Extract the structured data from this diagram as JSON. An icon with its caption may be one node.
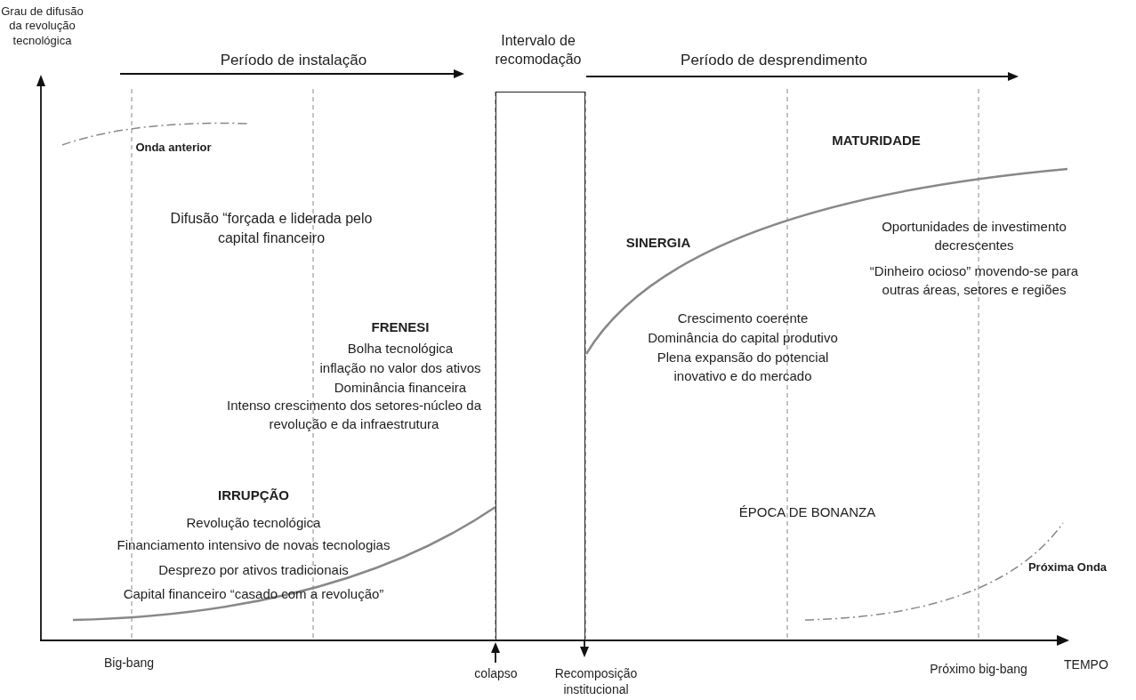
{
  "diagram": {
    "nodes": [
      {
        "text": [
          "Intervalo de recomodação"
        ]
      }
    ],
    "labels": [
      "Grau de difusão da revolução tecnológica",
      "Período de instalação",
      "Período de desprendimento",
      "Onda anterior",
      "MATURIDADE",
      "Difusão “forçada e liderada pelo capital financeiro",
      "Oportunidades de investimento decrescentes",
      "SINERGIA",
      "“Dinheiro ocioso” movendo-se para outras áreas, setores e regiões",
      "Crescimento coerente",
      "FRENESI",
      "Bolha tecnológica",
      "Dominância do capital produtivo",
      "inflação no valor dos ativos",
      "Plena expansão do potencial inovativo e do mercado",
      "Dominância financeira",
      "Intenso crescimento dos setores-núcleo da revolução e da infraestrutura",
      "IRRUPÇÃO",
      "Revolução tecnológica",
      "ÉPOCA DE BONANZA",
      "Financiamento intensivo de novas tecnologias",
      "Desprezo por ativos tradicionais",
      "Próxima Onda",
      "Capital financeiro “casado com a revolução”",
      "Big-bang",
      "Próximo big-bang",
      "TEMPO",
      "colapso",
      "Recomposição institucional"
    ]
  }
}
